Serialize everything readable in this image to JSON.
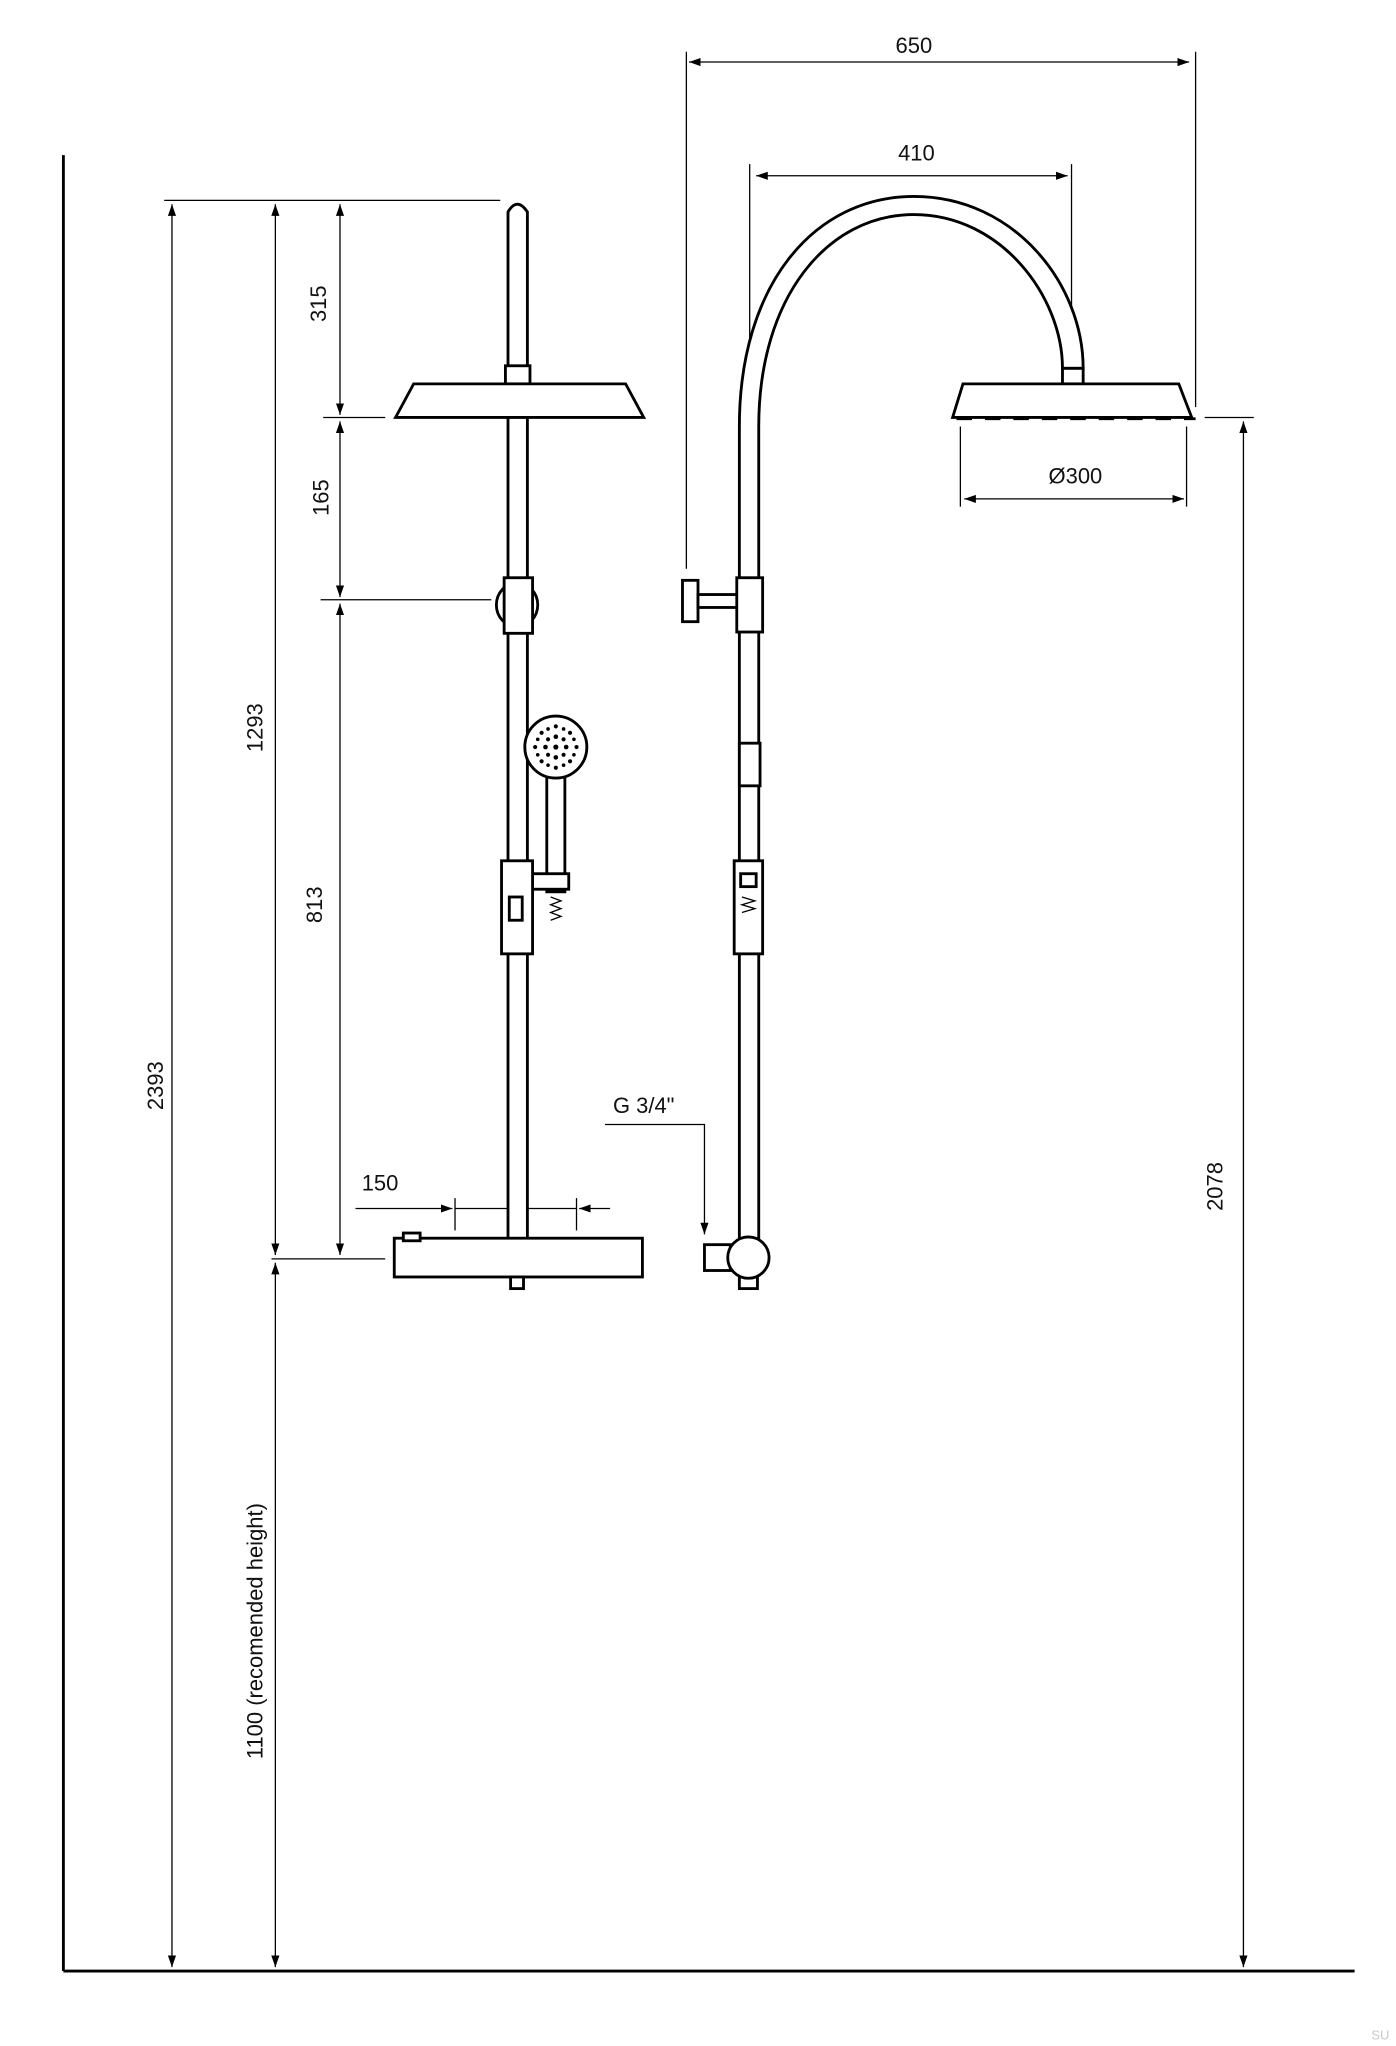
{
  "dimensions": {
    "total_height": "2393",
    "bar_to_top": "1293",
    "recommended_height": "1100 (recomended height)",
    "top_to_head": "315",
    "head_to_holder": "165",
    "holder_to_bar": "813",
    "inlet_spacing": "150",
    "overall_reach": "650",
    "arch_width": "410",
    "head_diameter": "Ø300",
    "head_height": "2078",
    "inlet_thread": "G 3/4\""
  },
  "watermark": "SU",
  "colors": {
    "line": "#000000",
    "background": "#ffffff"
  }
}
